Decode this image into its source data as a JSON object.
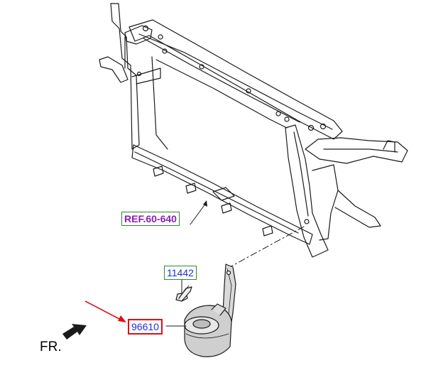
{
  "callouts": {
    "reference": "REF.60-640",
    "bolt": "11442",
    "horn": "96610"
  },
  "orientation": {
    "label": "FR."
  },
  "colors": {
    "line": "#1a1a1a",
    "reference_text": "#8a1fb5",
    "part_text": "#1d2fd8",
    "label_border": "#2c8a2c",
    "highlight": "#e01010"
  }
}
